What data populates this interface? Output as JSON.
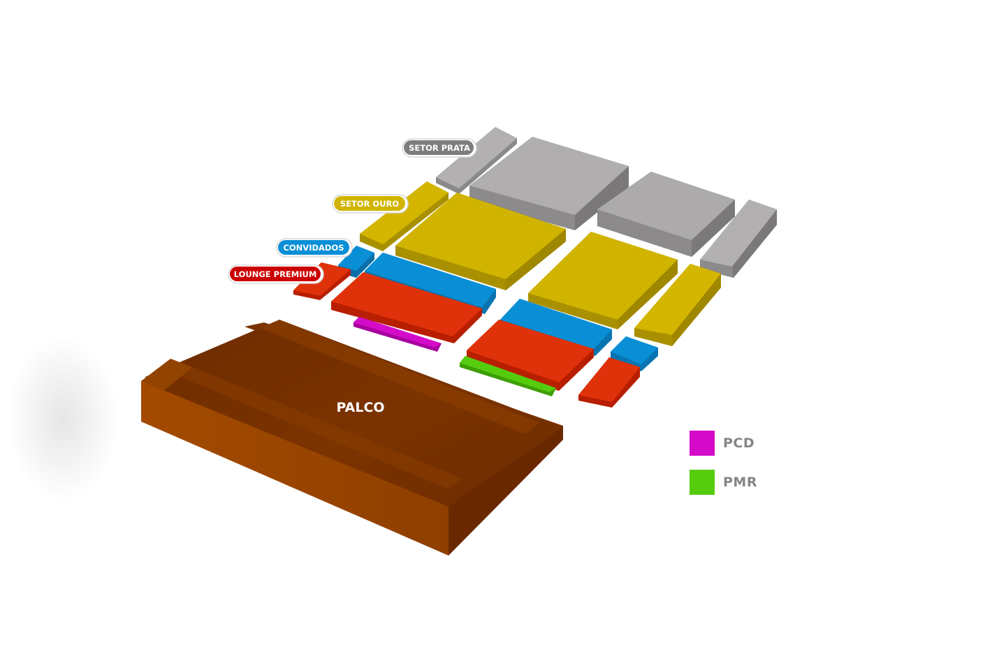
{
  "map": {
    "stage_label": "PALCO",
    "sector_labels": {
      "prata": "SETOR PRATA",
      "ouro": "SETOR OURO",
      "convidados": "CONVIDADOS",
      "lounge": "LOUNGE PREMIUM"
    },
    "colors": {
      "prata": "#a6a4a4",
      "ouro": "#d1b400",
      "convidados": "#0a8fd6",
      "lounge": "#e0280a",
      "pcd": "#d40bc9",
      "pmr": "#55cc0e",
      "stage": "#8a3a00",
      "prata_pill": "#7d7d7d",
      "ouro_pill": "#d1b400",
      "convidados_pill": "#0a8fd6",
      "lounge_pill": "#cc0000"
    }
  },
  "legend": {
    "items": [
      {
        "label": "PCD",
        "color": "#d40bc9"
      },
      {
        "label": "PMR",
        "color": "#55cc0e"
      }
    ]
  }
}
